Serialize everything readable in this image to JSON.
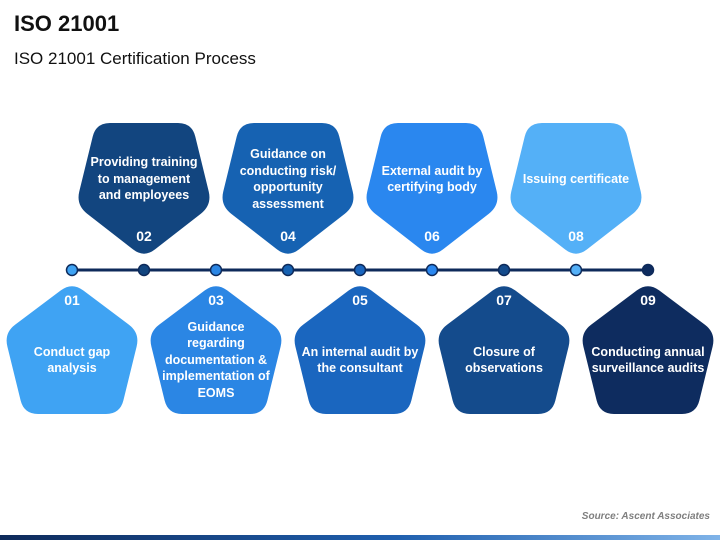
{
  "title": "ISO 21001",
  "subtitle": "ISO 21001 Certification Process",
  "source": "Source: Ascent Associates",
  "colors": {
    "line": "#0e2a5a",
    "dot_outline": "#0e2a5a"
  },
  "steps": [
    {
      "number": "01",
      "label": "Conduct gap analysis",
      "color": "#3fa3f3"
    },
    {
      "number": "02",
      "label": "Providing training to management and employees",
      "color": "#12457f"
    },
    {
      "number": "03",
      "label": "Guidance regarding documentation & implementation of EOMS",
      "color": "#2b86e4"
    },
    {
      "number": "04",
      "label": "Guidance on conducting risk/ opportunity assessment",
      "color": "#1662b2"
    },
    {
      "number": "05",
      "label": "An internal audit by the consultant",
      "color": "#1a66bf"
    },
    {
      "number": "06",
      "label": "External audit by certifying body",
      "color": "#2a87ef"
    },
    {
      "number": "07",
      "label": "Closure of observations",
      "color": "#144b8c"
    },
    {
      "number": "08",
      "label": "Issuing certificate",
      "color": "#54b0f7"
    },
    {
      "number": "09",
      "label": "Conducting annual surveillance audits",
      "color": "#0e2c5f"
    }
  ]
}
